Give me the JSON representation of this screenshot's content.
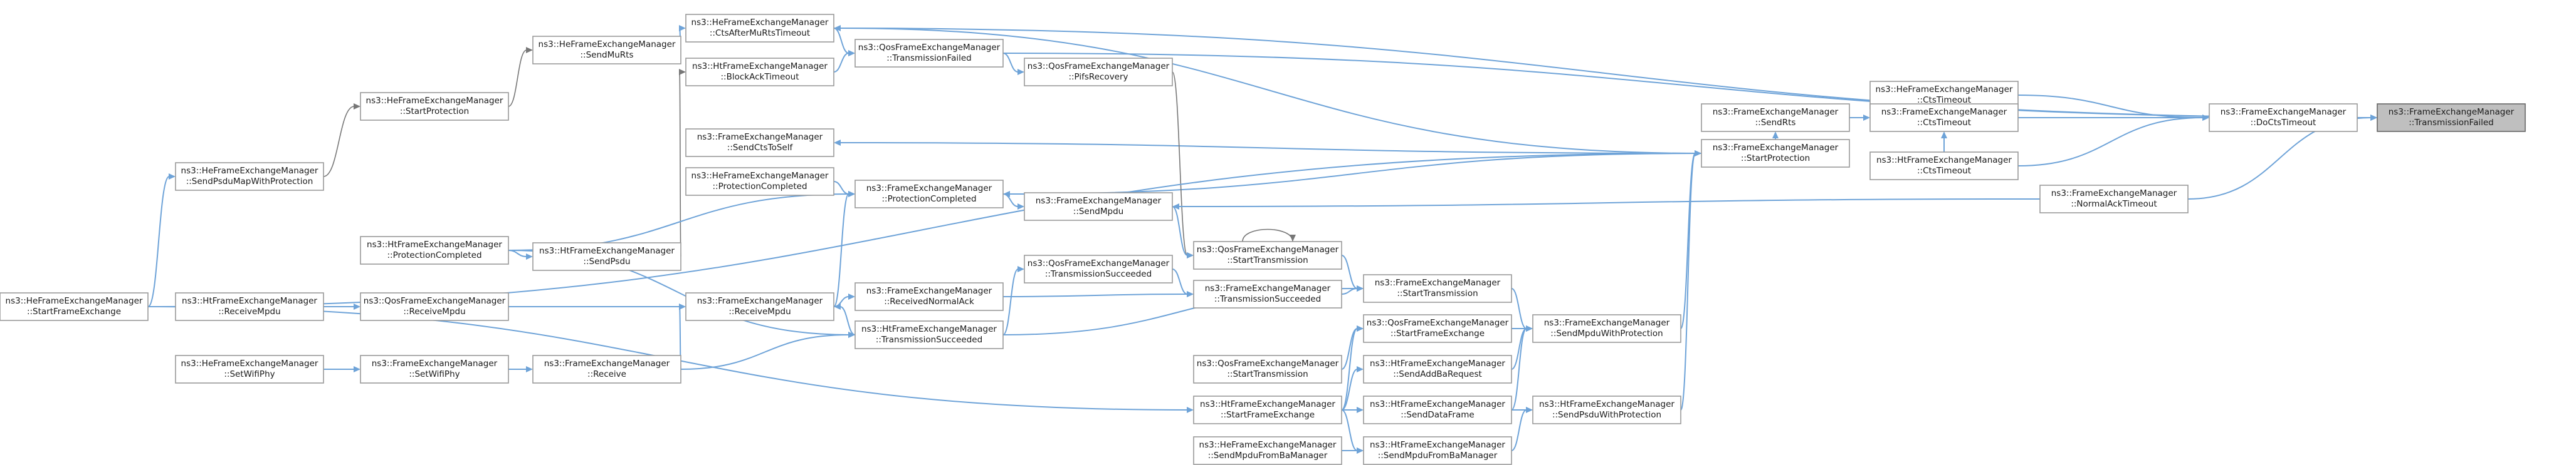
{
  "nodes": [
    {
      "id": "root",
      "lines": [
        "ns3::FrameExchangeManager",
        "::TransmissionFailed"
      ],
      "root": true
    },
    {
      "id": "doCts",
      "lines": [
        "ns3::FrameExchangeManager",
        "::DoCtsTimeout"
      ]
    },
    {
      "id": "nak",
      "lines": [
        "ns3::FrameExchangeManager",
        "::NormalAckTimeout"
      ]
    },
    {
      "id": "heCts",
      "lines": [
        "ns3::HeFrameExchangeManager",
        "::CtsTimeout"
      ]
    },
    {
      "id": "feCts",
      "lines": [
        "ns3::FrameExchangeManager",
        "::CtsTimeout"
      ]
    },
    {
      "id": "htCts",
      "lines": [
        "ns3::HtFrameExchangeManager",
        "::CtsTimeout"
      ]
    },
    {
      "id": "sendRts",
      "lines": [
        "ns3::FrameExchangeManager",
        "::SendRts"
      ]
    },
    {
      "id": "startProt",
      "lines": [
        "ns3::FrameExchangeManager",
        "::StartProtection"
      ]
    },
    {
      "id": "sendMpduWP",
      "lines": [
        "ns3::FrameExchangeManager",
        "::SendMpduWithProtection"
      ]
    },
    {
      "id": "sendPsduWP",
      "lines": [
        "ns3::HtFrameExchangeManager",
        "::SendPsduWithProtection"
      ]
    },
    {
      "id": "feStartTx",
      "lines": [
        "ns3::FrameExchangeManager",
        "::StartTransmission"
      ]
    },
    {
      "id": "qosStartFE",
      "lines": [
        "ns3::QosFrameExchangeManager",
        "::StartFrameExchange"
      ]
    },
    {
      "id": "htSendAddBa",
      "lines": [
        "ns3::HtFrameExchangeManager",
        "::SendAddBaRequest"
      ]
    },
    {
      "id": "htSendData",
      "lines": [
        "ns3::HtFrameExchangeManager",
        "::SendDataFrame"
      ]
    },
    {
      "id": "htSendMpduBa",
      "lines": [
        "ns3::HtFrameExchangeManager",
        "::SendMpduFromBaManager"
      ]
    },
    {
      "id": "qosStartTx",
      "lines": [
        "ns3::QosFrameExchangeManager",
        "::StartTransmission"
      ]
    },
    {
      "id": "feTxSucc",
      "lines": [
        "ns3::FrameExchangeManager",
        "::TransmissionSucceeded"
      ]
    },
    {
      "id": "qosStartTx2",
      "lines": [
        "ns3::QosFrameExchangeManager",
        "::StartTransmission"
      ]
    },
    {
      "id": "htStartFE",
      "lines": [
        "ns3::HtFrameExchangeManager",
        "::StartFrameExchange"
      ]
    },
    {
      "id": "heSendMpduBa",
      "lines": [
        "ns3::HeFrameExchangeManager",
        "::SendMpduFromBaManager"
      ]
    },
    {
      "id": "qosTxSucc",
      "lines": [
        "ns3::QosFrameExchangeManager",
        "::TransmissionSucceeded"
      ]
    },
    {
      "id": "pifs",
      "lines": [
        "ns3::QosFrameExchangeManager",
        "::PifsRecovery"
      ]
    },
    {
      "id": "feSendMpdu",
      "lines": [
        "ns3::FrameExchangeManager",
        "::SendMpdu"
      ]
    },
    {
      "id": "qosTxFail",
      "lines": [
        "ns3::QosFrameExchangeManager",
        "::TransmissionFailed"
      ]
    },
    {
      "id": "heCtsMu",
      "lines": [
        "ns3::HeFrameExchangeManager",
        "::CtsAfterMuRtsTimeout"
      ]
    },
    {
      "id": "htBaTimeout",
      "lines": [
        "ns3::HtFrameExchangeManager",
        "::BlockAckTimeout"
      ]
    },
    {
      "id": "feSendCtsSelf",
      "lines": [
        "ns3::FrameExchangeManager",
        "::SendCtsToSelf"
      ]
    },
    {
      "id": "heProtComp",
      "lines": [
        "ns3::HeFrameExchangeManager",
        "::ProtectionCompleted"
      ]
    },
    {
      "id": "feProtComp",
      "lines": [
        "ns3::FrameExchangeManager",
        "::ProtectionCompleted"
      ]
    },
    {
      "id": "feRecvMpdu",
      "lines": [
        "ns3::FrameExchangeManager",
        "::ReceiveMpdu"
      ]
    },
    {
      "id": "feRecvAck",
      "lines": [
        "ns3::FrameExchangeManager",
        "::ReceivedNormalAck"
      ]
    },
    {
      "id": "htTxSucc",
      "lines": [
        "ns3::HtFrameExchangeManager",
        "::TransmissionSucceeded"
      ]
    },
    {
      "id": "feReceive",
      "lines": [
        "ns3::FrameExchangeManager",
        "::Receive"
      ]
    },
    {
      "id": "heSendMuRts",
      "lines": [
        "ns3::HeFrameExchangeManager",
        "::SendMuRts"
      ]
    },
    {
      "id": "htSendPsdu",
      "lines": [
        "ns3::HtFrameExchangeManager",
        "::SendPsdu"
      ]
    },
    {
      "id": "heStartProt",
      "lines": [
        "ns3::HeFrameExchangeManager",
        "::StartProtection"
      ]
    },
    {
      "id": "htProtComp",
      "lines": [
        "ns3::HtFrameExchangeManager",
        "::ProtectionCompleted"
      ]
    },
    {
      "id": "qosRecvMpdu",
      "lines": [
        "ns3::QosFrameExchangeManager",
        "::ReceiveMpdu"
      ]
    },
    {
      "id": "feSetWifiPhy",
      "lines": [
        "ns3::FrameExchangeManager",
        "::SetWifiPhy"
      ]
    },
    {
      "id": "heSendPsduMap",
      "lines": [
        "ns3::HeFrameExchangeManager",
        "::SendPsduMapWithProtection"
      ]
    },
    {
      "id": "htRecvMpdu",
      "lines": [
        "ns3::HtFrameExchangeManager",
        "::ReceiveMpdu"
      ]
    },
    {
      "id": "heSetWifiPhy",
      "lines": [
        "ns3::HeFrameExchangeManager",
        "::SetWifiPhy"
      ]
    },
    {
      "id": "heStartFE",
      "lines": [
        "ns3::HeFrameExchangeManager",
        "::StartFrameExchange"
      ]
    }
  ],
  "edges": [
    [
      "doCts",
      "root"
    ],
    [
      "nak",
      "root"
    ],
    [
      "qosTxFail",
      "root"
    ],
    [
      "heCtsMu",
      "root"
    ],
    [
      "heCts",
      "doCts"
    ],
    [
      "feCts",
      "doCts"
    ],
    [
      "htCts",
      "doCts"
    ],
    [
      "heCts",
      "feCts"
    ],
    [
      "htCts",
      "feCts"
    ],
    [
      "sendRts",
      "feCts"
    ],
    [
      "startProt",
      "sendRts"
    ],
    [
      "startProt",
      "heCtsMu"
    ],
    [
      "startProt",
      "feSendCtsSelf"
    ],
    [
      "startProt",
      "feProtComp"
    ],
    [
      "sendMpduWP",
      "startProt"
    ],
    [
      "sendPsduWP",
      "startProt"
    ],
    [
      "feStartTx",
      "sendMpduWP"
    ],
    [
      "qosStartFE",
      "sendMpduWP"
    ],
    [
      "htSendAddBa",
      "sendMpduWP"
    ],
    [
      "htSendData",
      "sendMpduWP"
    ],
    [
      "htSendMpduBa",
      "sendPsduWP"
    ],
    [
      "htSendData",
      "sendPsduWP"
    ],
    [
      "qosStartTx",
      "feStartTx"
    ],
    [
      "feTxSucc",
      "feStartTx"
    ],
    [
      "qosStartTx2",
      "qosStartFE"
    ],
    [
      "htStartFE",
      "qosStartFE"
    ],
    [
      "htStartFE",
      "htSendAddBa"
    ],
    [
      "htStartFE",
      "htSendData"
    ],
    [
      "htStartFE",
      "htSendMpduBa"
    ],
    [
      "heSendMpduBa",
      "htSendMpduBa"
    ],
    [
      "pifs",
      "qosStartTx"
    ],
    [
      "qosStartTx",
      "qosStartTx"
    ],
    [
      "feSendMpdu",
      "qosStartTx"
    ],
    [
      "qosTxSucc",
      "feTxSucc"
    ],
    [
      "feRecvAck",
      "feTxSucc"
    ],
    [
      "htTxSucc",
      "qosTxSucc"
    ],
    [
      "htTxSucc",
      "feStartTx"
    ],
    [
      "qosTxFail",
      "pifs"
    ],
    [
      "feProtComp",
      "feSendMpdu"
    ],
    [
      "nak",
      "feSendMpdu"
    ],
    [
      "heCtsMu",
      "qosTxFail"
    ],
    [
      "htBaTimeout",
      "qosTxFail"
    ],
    [
      "heSendMuRts",
      "heCtsMu"
    ],
    [
      "htSendPsdu",
      "htBaTimeout"
    ],
    [
      "heProtComp",
      "feProtComp"
    ],
    [
      "feRecvMpdu",
      "feProtComp"
    ],
    [
      "htProtComp",
      "feProtComp"
    ],
    [
      "feReceive",
      "feRecvMpdu"
    ],
    [
      "qosRecvMpdu",
      "feRecvMpdu"
    ],
    [
      "htTxSucc",
      "feRecvMpdu"
    ],
    [
      "feRecvMpdu",
      "feRecvAck"
    ],
    [
      "feReceive",
      "htTxSucc"
    ],
    [
      "htProtComp",
      "htTxSucc"
    ],
    [
      "feSetWifiPhy",
      "feReceive"
    ],
    [
      "heStartProt",
      "heSendMuRts"
    ],
    [
      "htProtComp",
      "htSendPsdu"
    ],
    [
      "heSendPsduMap",
      "heStartProt"
    ],
    [
      "htRecvMpdu",
      "qosRecvMpdu"
    ],
    [
      "heSetWifiPhy",
      "feSetWifiPhy"
    ],
    [
      "heStartFE",
      "heSendPsduMap"
    ],
    [
      "heStartFE",
      "htStartFE"
    ],
    [
      "heStartFE",
      "startProt"
    ]
  ]
}
